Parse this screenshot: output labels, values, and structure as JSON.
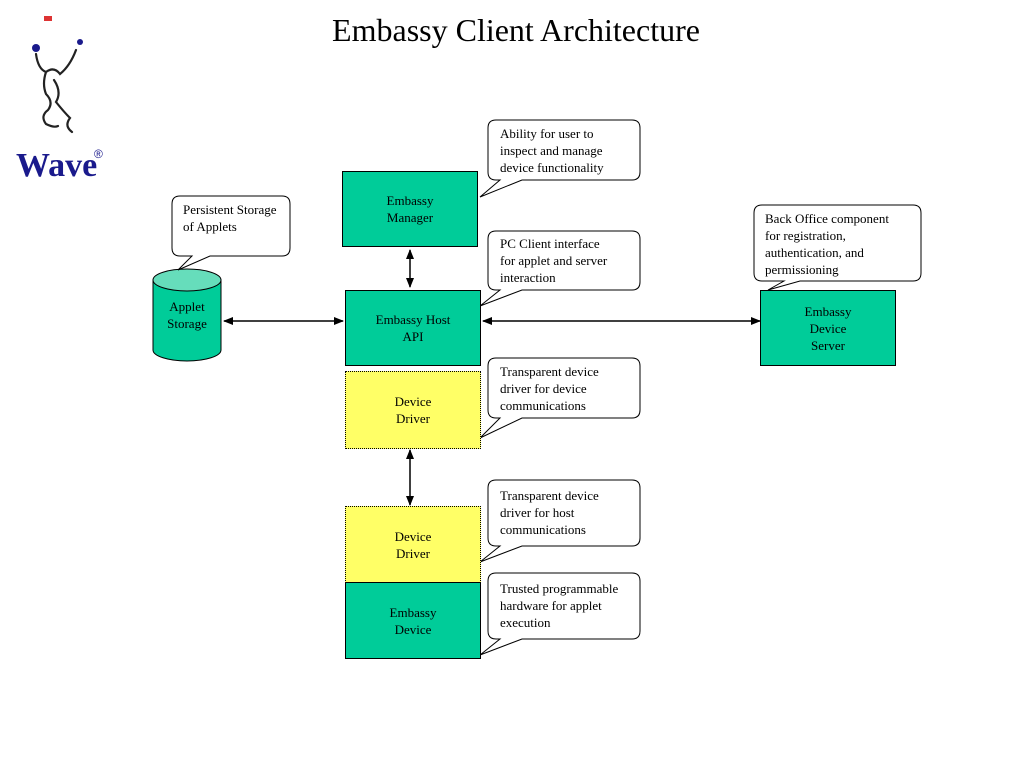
{
  "title": "Embassy Client Architecture",
  "logo": {
    "text": "Wave",
    "mark": "®"
  },
  "colors": {
    "teal": "#00cc99",
    "yellow": "#ffff66"
  },
  "components": {
    "embassy_manager": "Embassy\nManager",
    "embassy_host_api": "Embassy Host\nAPI",
    "device_driver_upper": "Device\nDriver",
    "device_driver_lower": "Device\nDriver",
    "embassy_device": "Embassy\nDevice",
    "embassy_device_server": "Embassy\nDevice\nServer",
    "applet_storage": "Applet\nStorage"
  },
  "callouts": {
    "manager": "Ability for user to\ninspect and manage\ndevice functionality",
    "host_api": "PC Client interface\nfor applet and server\ninteraction",
    "storage": "Persistent Storage\nof Applets",
    "server": "Back Office component\nfor registration,\nauthentication, and\npermissioning",
    "driver_upper": "Transparent device\ndriver for device\ncommunications",
    "driver_lower": "Transparent device\ndriver for host\ncommunications",
    "device": "Trusted programmable\nhardware for applet\nexecution"
  }
}
